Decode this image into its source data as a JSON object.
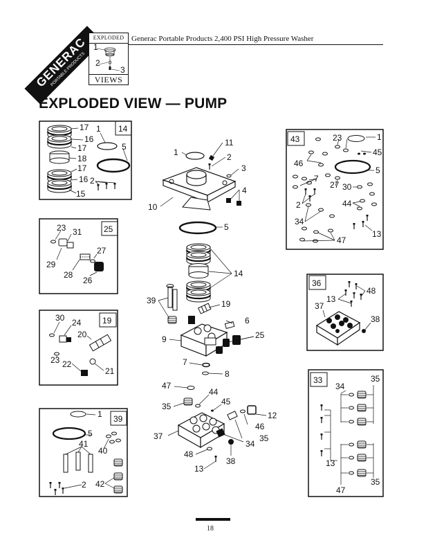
{
  "header": {
    "title": "Generac Portable Products 2,400 PSI High Pressure Washer",
    "logo_word": "GENERAC",
    "logo_sub": "PORTABLE PRODUCTS",
    "badge_top": "EXPLODED",
    "badge_bottom": "VIEWS",
    "badge_labels": [
      "1",
      "2",
      "3"
    ]
  },
  "page_title": "EXPLODED VIEW — PUMP",
  "page_number": "18",
  "boxes": {
    "b14": {
      "id": "14",
      "callouts": [
        "17",
        "16",
        "17",
        "18",
        "17",
        "16",
        "15",
        "1",
        "5",
        "2"
      ]
    },
    "b25": {
      "id": "25",
      "callouts": [
        "23",
        "31",
        "27",
        "29",
        "28",
        "26"
      ]
    },
    "b19": {
      "id": "19",
      "callouts": [
        "30",
        "24",
        "20",
        "23",
        "22",
        "21"
      ]
    },
    "b39": {
      "id": "39",
      "callouts": [
        "1",
        "5",
        "41",
        "40",
        "2",
        "42"
      ]
    },
    "b43": {
      "id": "43",
      "callouts": [
        "23",
        "1",
        "45",
        "46",
        "7",
        "27",
        "5",
        "30",
        "2",
        "44",
        "34",
        "47",
        "13"
      ]
    },
    "b36": {
      "id": "36",
      "callouts": [
        "48",
        "13",
        "37",
        "38"
      ]
    },
    "b33": {
      "id": "33",
      "callouts": [
        "34",
        "35",
        "13",
        "35",
        "47"
      ]
    }
  },
  "main_callouts": [
    "1",
    "11",
    "2",
    "3",
    "4",
    "10",
    "5",
    "14",
    "39",
    "19",
    "6",
    "9",
    "25",
    "7",
    "8",
    "47",
    "44",
    "35",
    "45",
    "12",
    "46",
    "35",
    "37",
    "34",
    "48",
    "38",
    "13"
  ]
}
